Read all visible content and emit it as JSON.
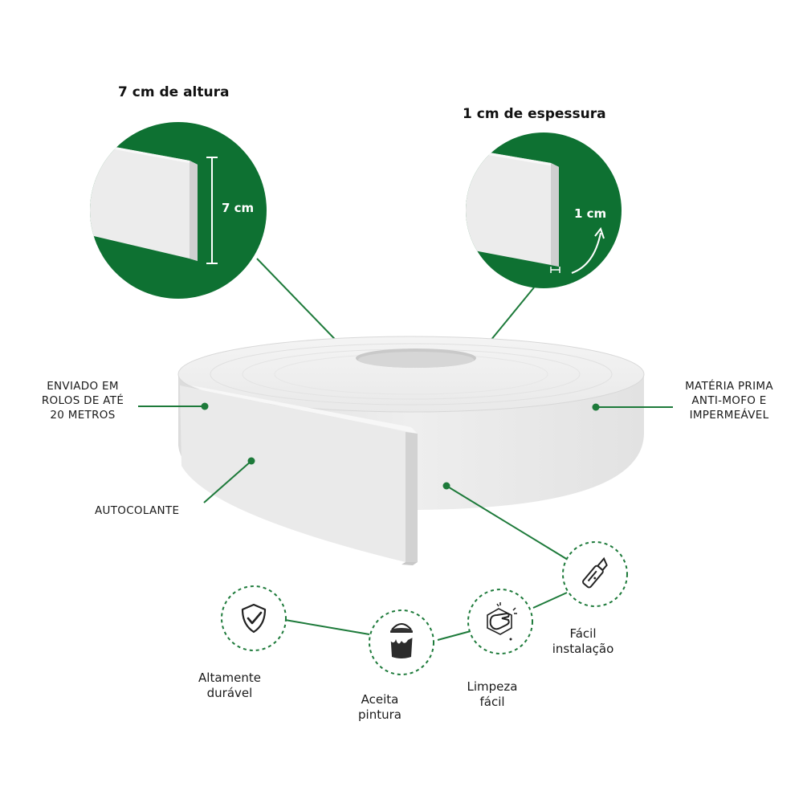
{
  "colors": {
    "brand_green": "#0e7132",
    "line_green": "#1d7a3a",
    "panel_white": "#ececec"
  },
  "zoom_height": {
    "title": "7 cm  de altura",
    "dimension_label": "7 cm"
  },
  "zoom_thickness": {
    "title": "1 cm  de espessura",
    "dimension_label": "1 cm"
  },
  "callouts": {
    "rolls": [
      "ENVIADO EM",
      "ROLOS DE ATÉ",
      "20 METROS"
    ],
    "material": [
      "MATÉRIA PRIMA",
      "ANTI-MOFO E",
      "IMPERMEÁVEL"
    ],
    "adhesive": "AUTOCOLANTE"
  },
  "features": [
    {
      "icon": "shield-check-icon",
      "lines": [
        "Altamente",
        "durável"
      ]
    },
    {
      "icon": "paint-bucket-icon",
      "lines": [
        "Aceita",
        "pintura"
      ]
    },
    {
      "icon": "cleaning-hand-icon",
      "lines": [
        "Limpeza",
        "fácil"
      ]
    },
    {
      "icon": "utility-knife-icon",
      "lines": [
        "Fácil",
        "instalação"
      ]
    }
  ]
}
